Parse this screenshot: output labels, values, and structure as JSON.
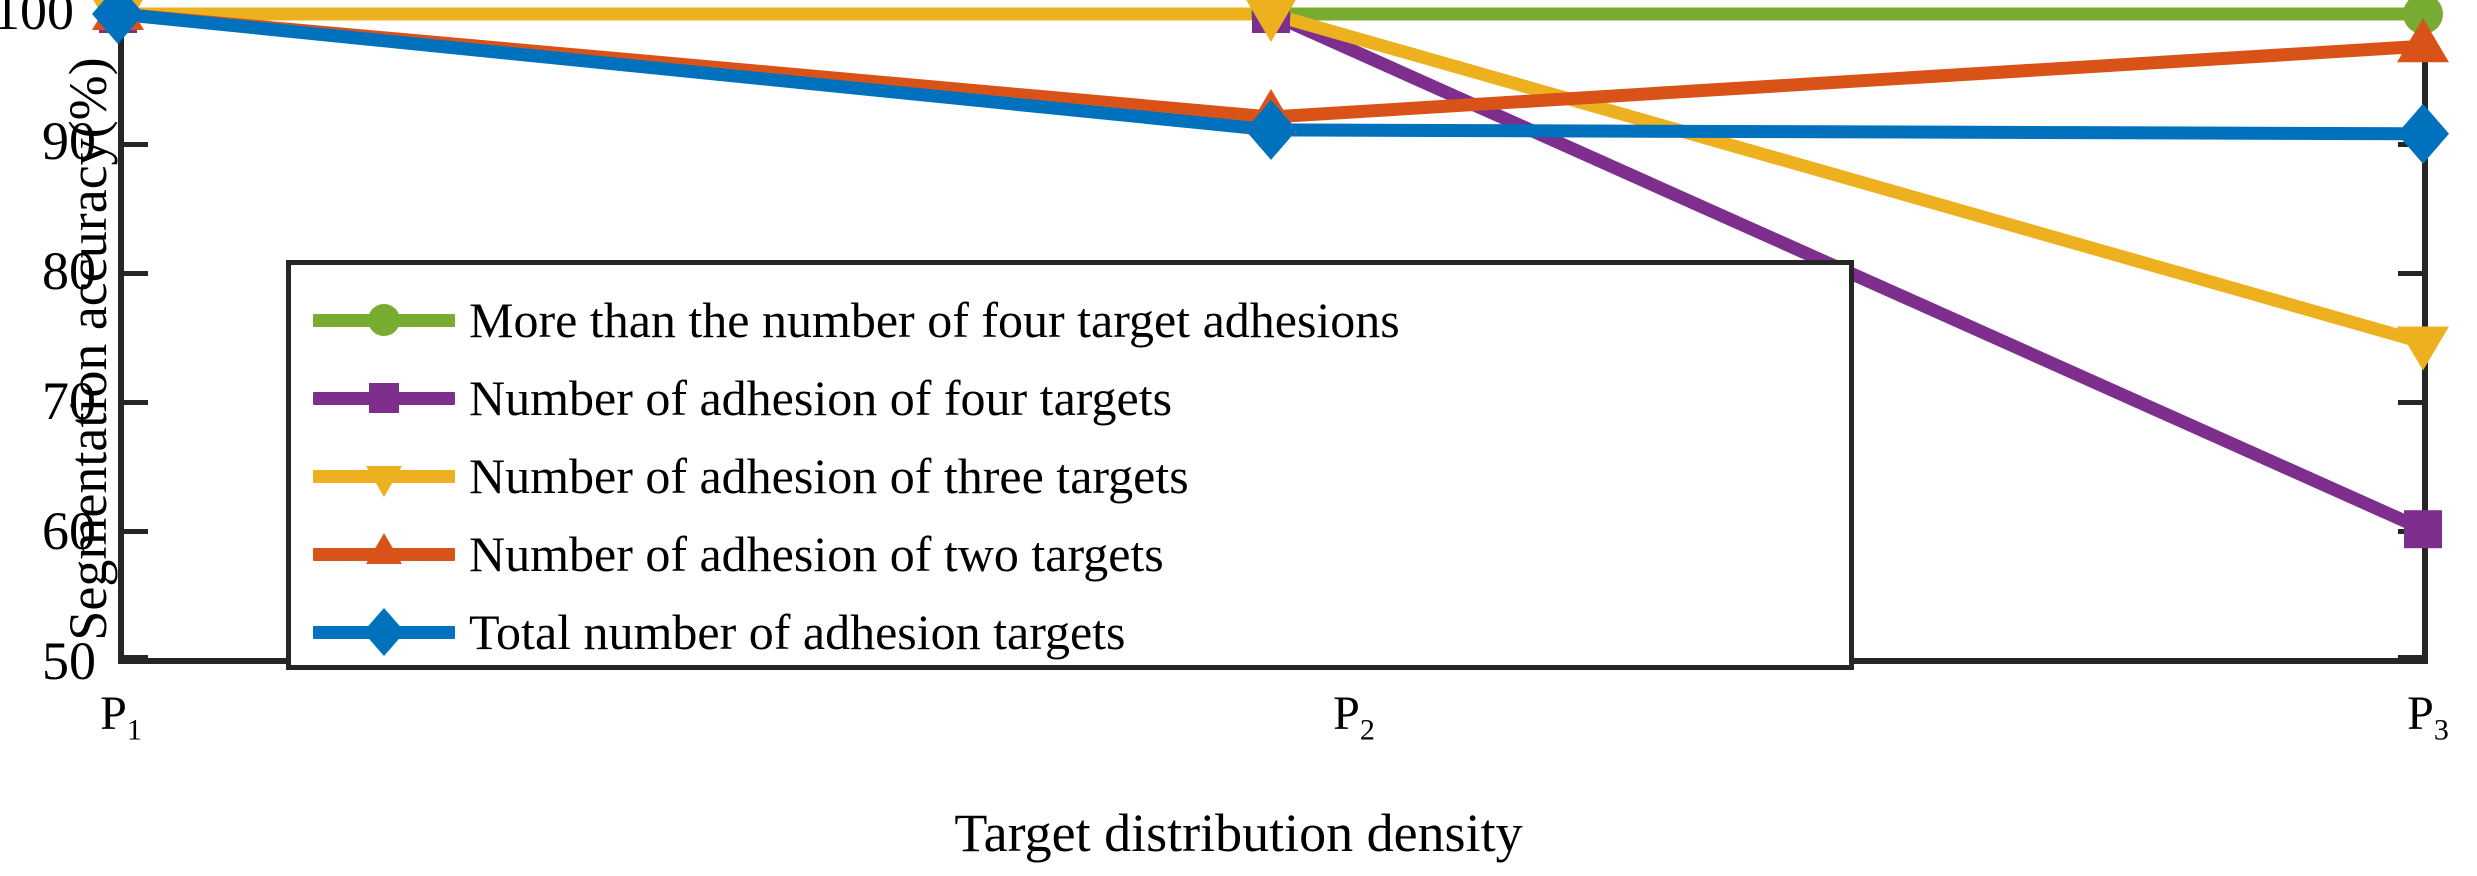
{
  "chart_data": {
    "type": "line",
    "title": "",
    "xlabel": "Target distribution density",
    "ylabel": "Segmentation accuracy(%)",
    "categories": [
      "P1",
      "P2",
      "P3"
    ],
    "x_tick_labels": [
      "P",
      "P",
      "P"
    ],
    "x_tick_subscripts": [
      "1",
      "2",
      "3"
    ],
    "y_tick_labels": [
      "50",
      "60",
      "70",
      "80",
      "90",
      "100"
    ],
    "ylim": [
      50,
      100
    ],
    "ytick_values": [
      50,
      60,
      70,
      80,
      90,
      100
    ],
    "grid": false,
    "legend_position": "center-left inside axes",
    "series": [
      {
        "name": "More than the number of four target adhesions",
        "color": "#77AC30",
        "marker": "circle",
        "values": [
          100,
          100,
          100
        ]
      },
      {
        "name": "Number of adhesion of four targets",
        "color": "#7E2F8E",
        "marker": "square",
        "values": [
          100,
          100,
          60
        ]
      },
      {
        "name": "Number of adhesion of three targets",
        "color": "#EDB120",
        "marker": "triangle-down",
        "values": [
          100,
          100,
          74.5
        ]
      },
      {
        "name": "Number of adhesion of two targets",
        "color": "#D95319",
        "marker": "triangle-up",
        "values": [
          100,
          92,
          97.5
        ]
      },
      {
        "name": "Total number of adhesion targets",
        "color": "#0072BD",
        "marker": "diamond",
        "values": [
          100,
          91,
          90.7
        ]
      }
    ]
  },
  "colors": {
    "green": "#77AC30",
    "purple": "#7E2F8E",
    "yellow": "#EDB120",
    "orange": "#D95319",
    "blue": "#0072BD",
    "axis": "#262626"
  }
}
